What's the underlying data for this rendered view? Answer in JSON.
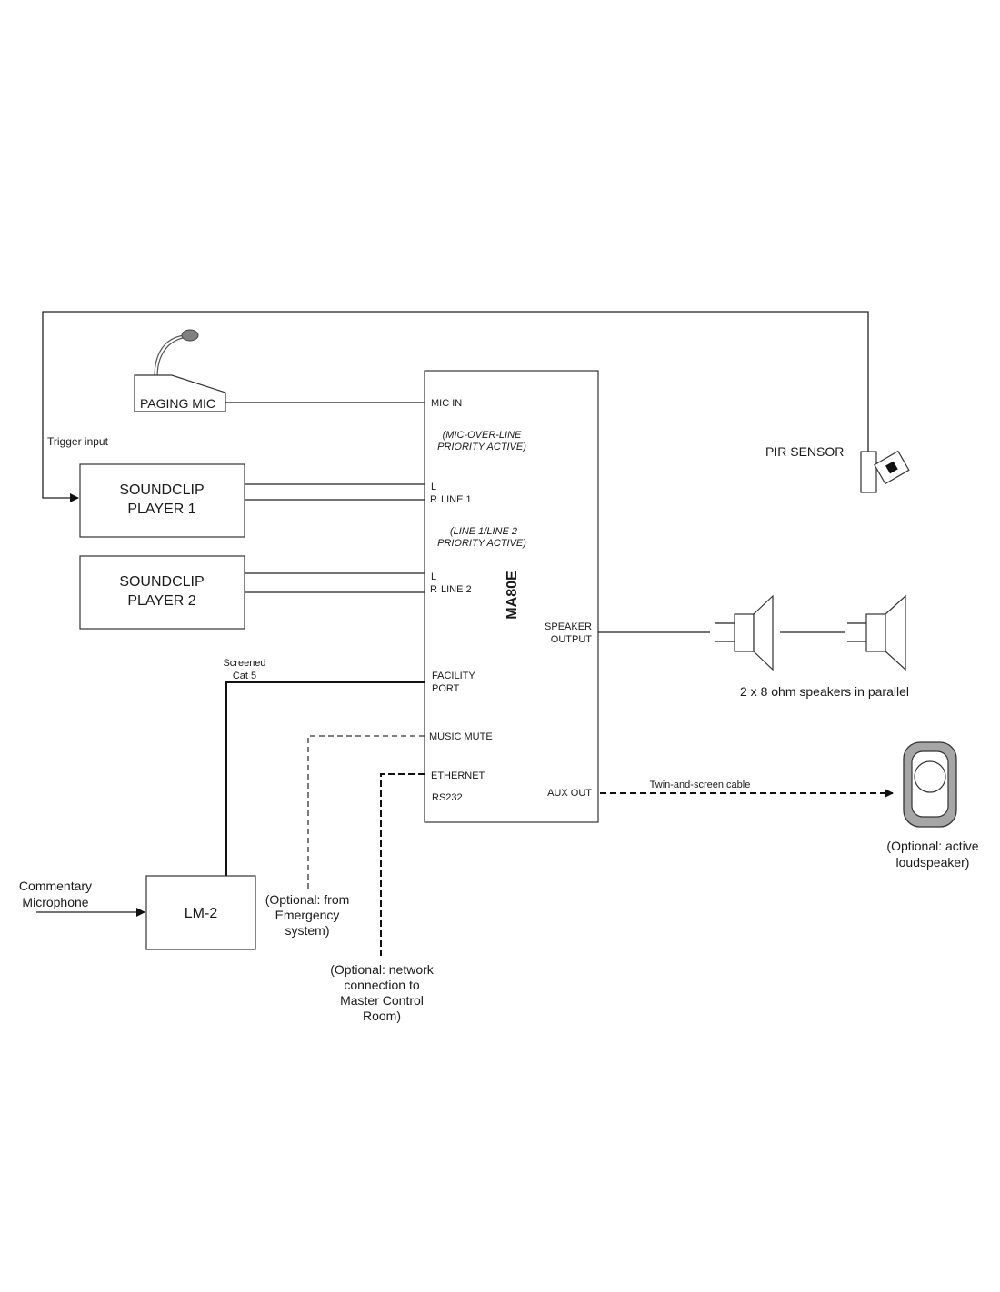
{
  "diagram": {
    "main_unit": {
      "name": "MA80E",
      "ports_left": {
        "mic_in": "MIC IN",
        "mic_priority_1": "(MIC-OVER-LINE",
        "mic_priority_2": "PRIORITY ACTIVE)",
        "line1_l": "L",
        "line1_r": "R",
        "line1": "LINE 1",
        "line_priority_1": "(LINE 1/LINE 2",
        "line_priority_2": "PRIORITY ACTIVE)",
        "line2_l": "L",
        "line2_r": "R",
        "line2": "LINE 2",
        "facility_1": "FACILITY",
        "facility_2": "PORT",
        "music_mute": "MUSIC MUTE",
        "ethernet": "ETHERNET",
        "rs232": "RS232"
      },
      "ports_right": {
        "speaker_1": "SPEAKER",
        "speaker_2": "OUTPUT",
        "aux_out": "AUX OUT"
      }
    },
    "paging_mic": {
      "label": "PAGING MIC"
    },
    "soundclip_1": {
      "line1": "SOUNDCLIP",
      "line2": "PLAYER 1"
    },
    "soundclip_2": {
      "line1": "SOUNDCLIP",
      "line2": "PLAYER 2"
    },
    "trigger_label": "Trigger input",
    "pir_sensor": {
      "label": "PIR SENSOR"
    },
    "speakers": {
      "label": "2 x 8 ohm speakers in parallel"
    },
    "cable_facility": {
      "line1": "Screened",
      "line2": "Cat 5"
    },
    "lm2": {
      "label": "LM-2"
    },
    "commentary_mic": {
      "line1": "Commentary",
      "line2": "Microphone"
    },
    "emergency_note": {
      "line1": "(Optional: from",
      "line2": "Emergency",
      "line3": "system)"
    },
    "network_note": {
      "line1": "(Optional: network",
      "line2": "connection to",
      "line3": "Master Control",
      "line4": "Room)"
    },
    "aux_cable_label": "Twin-and-screen cable",
    "active_speaker_note": {
      "line1": "(Optional: active",
      "line2": "loudspeaker)"
    },
    "colors": {
      "line": "#222222",
      "fill_gray": "#a6a6a6",
      "mic_head": "#808080"
    }
  }
}
